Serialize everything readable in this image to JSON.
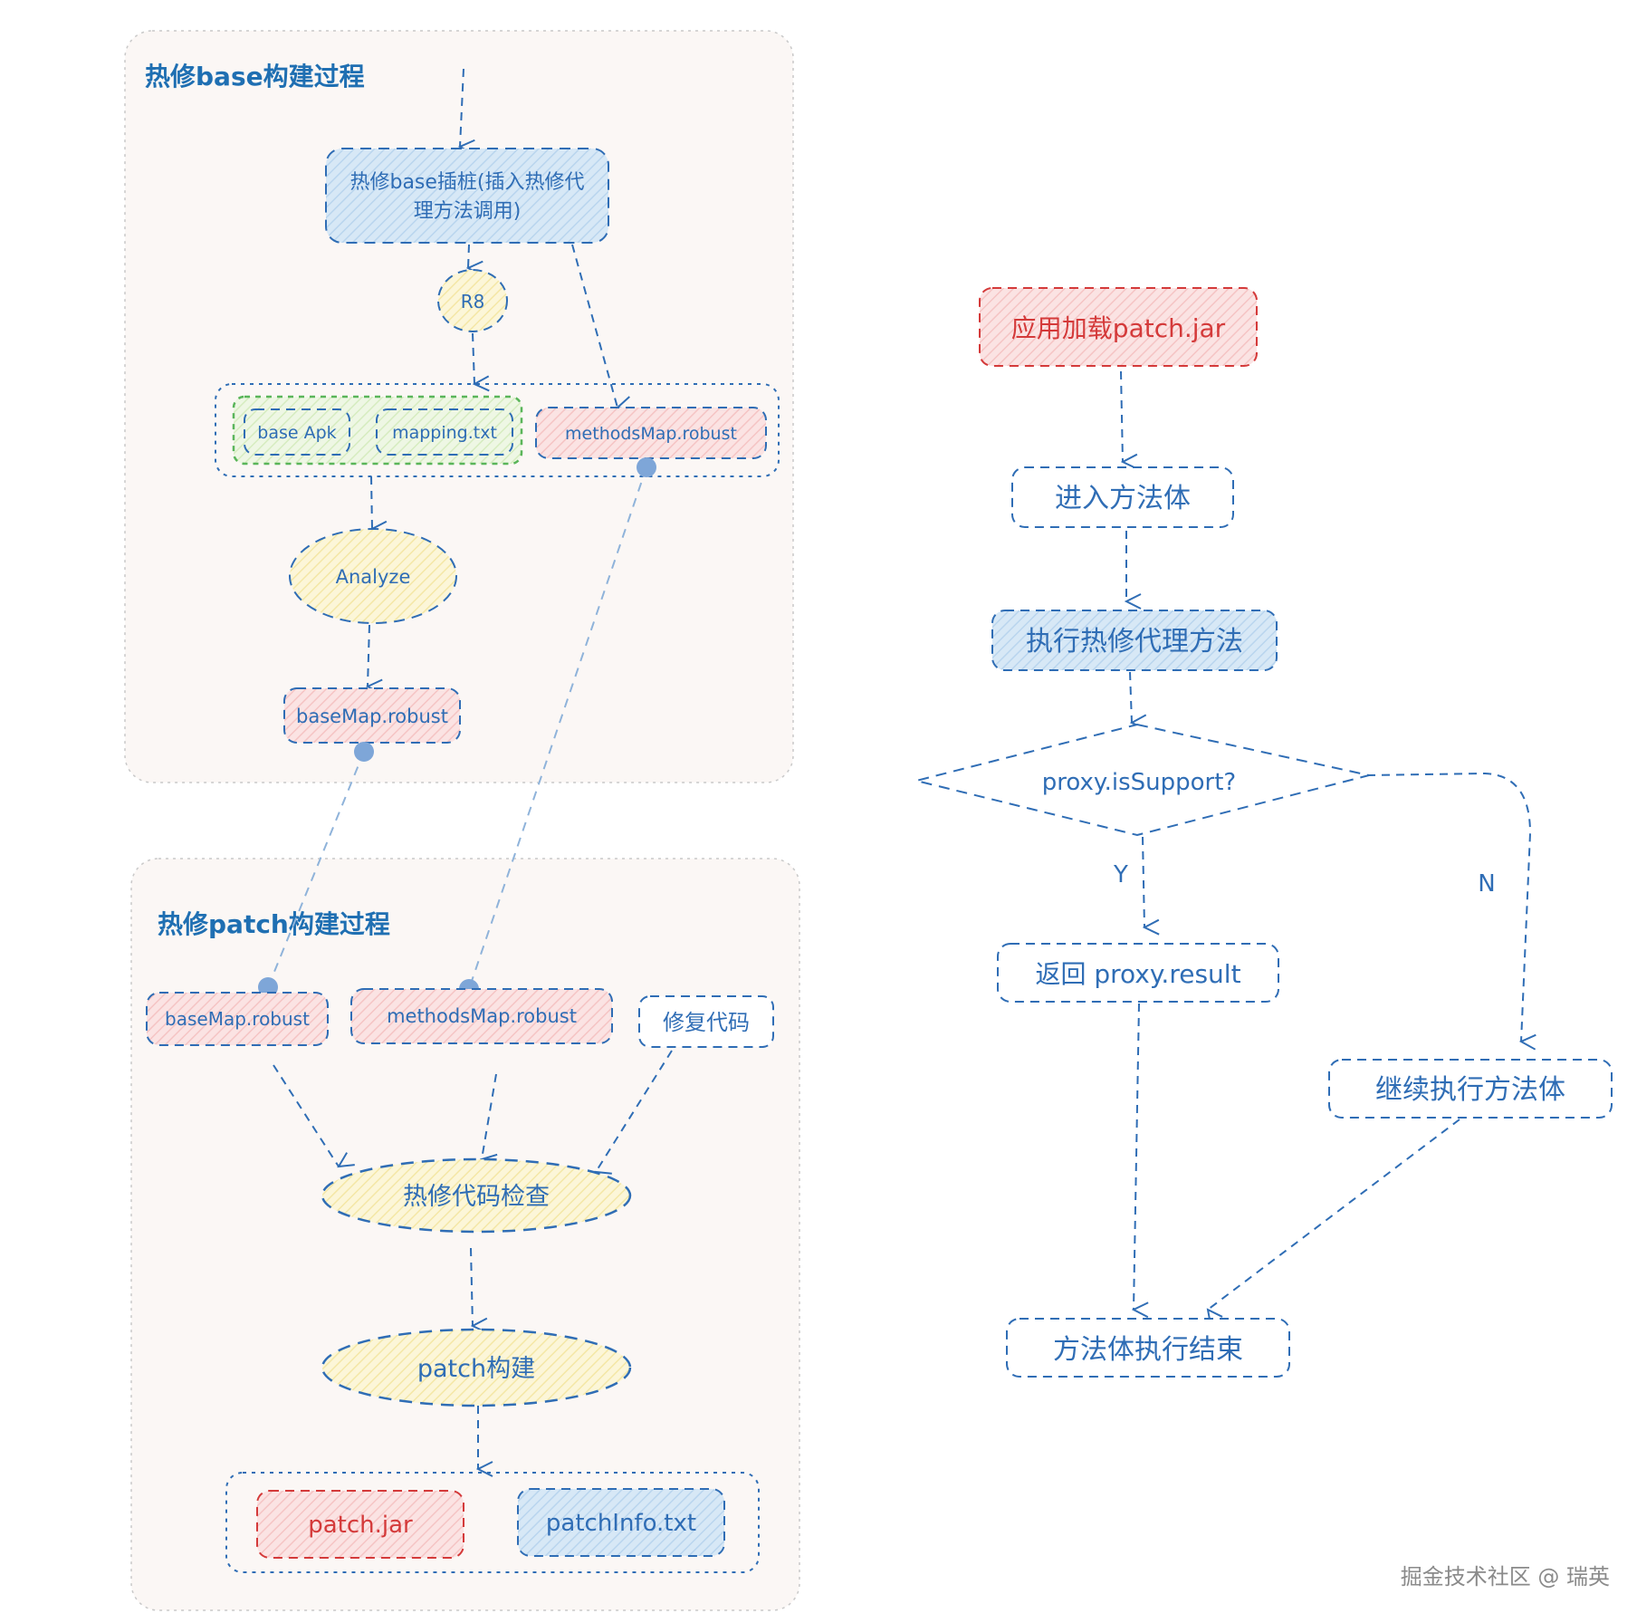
{
  "base_group": {
    "title": "热修base构建过程",
    "instrument_line1": "热修base插桩(插入热修代",
    "instrument_line2": "理方法调用)",
    "r8": "R8",
    "base_apk": "base Apk",
    "mapping": "mapping.txt",
    "methods_map": "methodsMap.robust",
    "analyze": "Analyze",
    "base_map": "baseMap.robust"
  },
  "patch_group": {
    "title": "热修patch构建过程",
    "base_map": "baseMap.robust",
    "methods_map": "methodsMap.robust",
    "fix_code": "修复代码",
    "check": "热修代码检查",
    "build": "patch构建",
    "patch_jar": "patch.jar",
    "patch_info": "patchInfo.txt"
  },
  "runtime": {
    "load": "应用加载patch.jar",
    "enter": "进入方法体",
    "exec_proxy": "执行热修代理方法",
    "decision": "proxy.isSupport?",
    "yes_label": "Y",
    "no_label": "N",
    "return_result": "返回 proxy.result",
    "continue_exec": "继续执行方法体",
    "end": "方法体执行结束"
  },
  "watermark": "掘金技术社区 @ 瑞英",
  "colors": {
    "stroke_blue": "#2f6db5",
    "text_red": "#d43a3a",
    "fill_blue": "#d7e8f6",
    "fill_red": "#fbdbdb",
    "fill_yellow": "#fbf3cf",
    "fill_green": "#e6f3d9",
    "stroke_green": "#5ab55a",
    "group_bg": "#fbf7f5"
  }
}
